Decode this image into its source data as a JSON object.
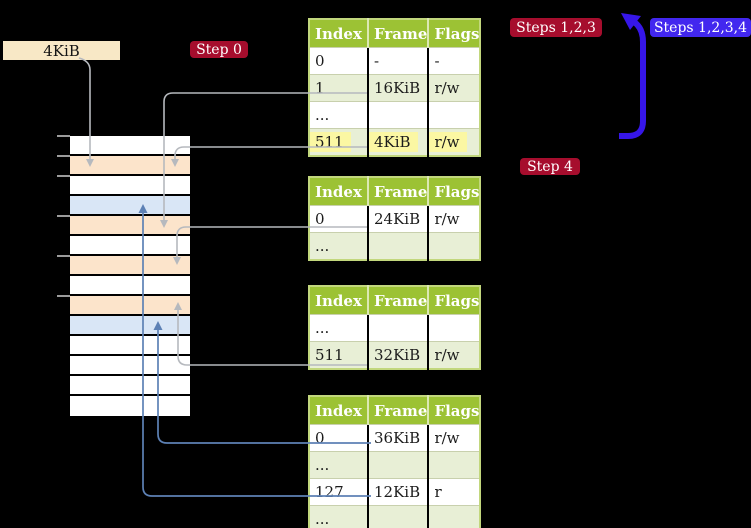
{
  "figure": {
    "title": "4-level page table translation diagram",
    "memory_label": "4KiB",
    "memory_rows": [
      {
        "color": "#ffffff"
      },
      {
        "color": "#fce4cb"
      },
      {
        "color": "#ffffff"
      },
      {
        "color": "#d9e6f6"
      },
      {
        "color": "#fce4cb"
      },
      {
        "color": "#ffffff"
      },
      {
        "color": "#fce4cb"
      },
      {
        "color": "#ffffff"
      },
      {
        "color": "#fce4cb"
      },
      {
        "color": "#d9e6f6"
      },
      {
        "color": "#ffffff"
      },
      {
        "color": "#ffffff"
      },
      {
        "color": "#ffffff"
      },
      {
        "color": "#ffffff"
      }
    ]
  },
  "badges": {
    "step0": {
      "label": "Step 0",
      "color": "#a60d2d"
    },
    "steps123": {
      "label": "Steps 1,2,3",
      "color": "#a60d2d"
    },
    "steps1234": {
      "label": "Steps 1,2,3,4",
      "color": "#4227ef"
    },
    "step4": {
      "label": "Step 4",
      "color": "#a60d2d"
    }
  },
  "tables": [
    {
      "name": "page-table-top",
      "headers": [
        "Index",
        "Frame",
        "Flags"
      ],
      "rows": [
        {
          "cells": [
            "0",
            "-",
            "-"
          ]
        },
        {
          "cells": [
            "1",
            "16KiB",
            "r/w"
          ]
        },
        {
          "cells": [
            "...",
            "",
            ""
          ]
        },
        {
          "cells": [
            "511",
            "4KiB",
            "r/w"
          ],
          "highlighted": true
        }
      ]
    },
    {
      "name": "page-table-second",
      "headers": [
        "Index",
        "Frame",
        "Flags"
      ],
      "rows": [
        {
          "cells": [
            "0",
            "24KiB",
            "r/w"
          ]
        },
        {
          "cells": [
            "...",
            "",
            ""
          ]
        }
      ]
    },
    {
      "name": "page-table-third",
      "headers": [
        "Index",
        "Frame",
        "Flags"
      ],
      "rows": [
        {
          "cells": [
            "...",
            "",
            ""
          ]
        },
        {
          "cells": [
            "511",
            "32KiB",
            "r/w"
          ]
        }
      ]
    },
    {
      "name": "page-table-fourth",
      "headers": [
        "Index",
        "Frame",
        "Flags"
      ],
      "rows": [
        {
          "cells": [
            "0",
            "36KiB",
            "r/w"
          ]
        },
        {
          "cells": [
            "...",
            "",
            ""
          ]
        },
        {
          "cells": [
            "127",
            "12KiB",
            "r"
          ]
        },
        {
          "cells": [
            "...",
            "",
            ""
          ]
        }
      ]
    }
  ],
  "colors": {
    "table_header": "#9cc234",
    "table_border": "#c2d77d",
    "table_row_shaded": "#e8efd6",
    "highlight_yellow": "#fbf7a3",
    "memory_peach": "#fce4cb",
    "memory_blue": "#d9e6f6",
    "arrow_gray": "#b6b9be",
    "arrow_steelblue": "#5d81b5",
    "arrow_big_blue": "#3616e8",
    "badge_red": "#a60d2d",
    "badge_blue": "#4227ef"
  }
}
